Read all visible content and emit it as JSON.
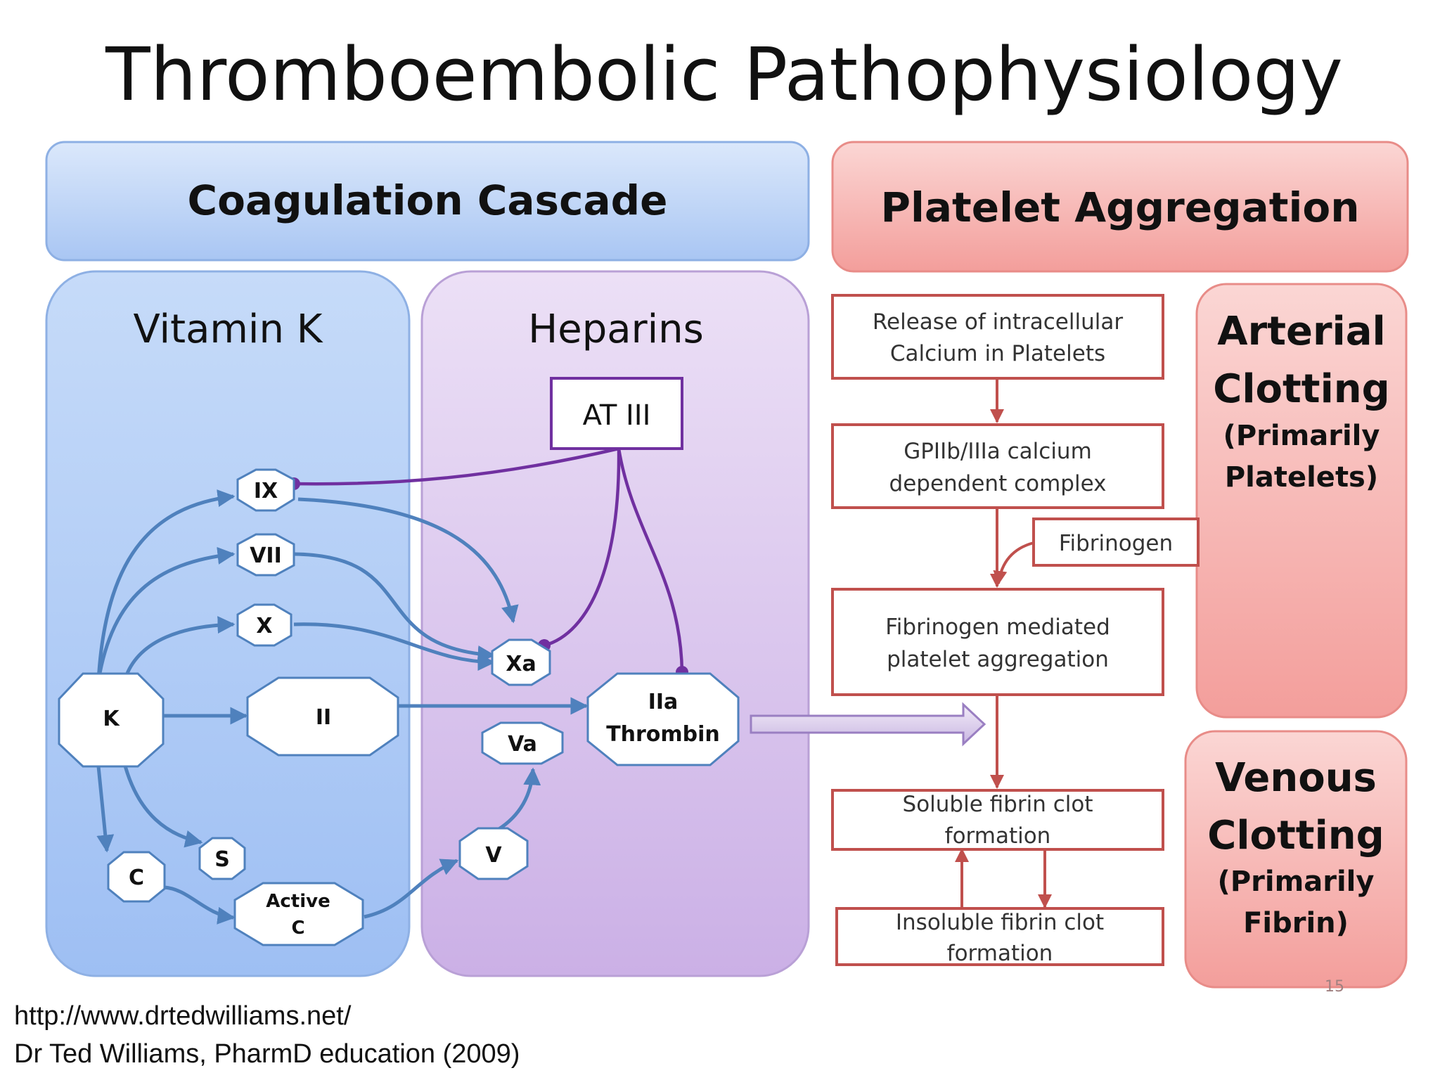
{
  "title": "Thromboembolic Pathophysiology",
  "colors": {
    "coag_panel": "#a8c8f8",
    "heparin_panel": "#dccaf0",
    "platelet_header": "#f7aaa8",
    "box_border": "#c0504d",
    "blue_arrow": "#4f81bd",
    "purple_line": "#7030a0"
  },
  "headers": {
    "coagulation": "Coagulation Cascade",
    "platelet": "Platelet Aggregation"
  },
  "columns": {
    "vitamin_k": "Vitamin K",
    "heparins": "Heparins"
  },
  "nodes": {
    "at3": "AT III",
    "ix": "IX",
    "vii": "VII",
    "x": "X",
    "xa": "Xa",
    "k": "K",
    "ii": "II",
    "iia_1": "IIa",
    "iia_2": "Thrombin",
    "va": "Va",
    "v": "V",
    "s": "S",
    "c": "C",
    "active_c_1": "Active",
    "active_c_2": "C"
  },
  "platelet_boxes": {
    "release_1": "Release of intracellular",
    "release_2": "Calcium in Platelets",
    "gp_1": "GPIIb/IIIa calcium",
    "gp_2": "dependent complex",
    "fibrinogen": "Fibrinogen",
    "mediated_1": "Fibrinogen mediated",
    "mediated_2": "platelet aggregation",
    "soluble_1": "Soluble fibrin clot",
    "soluble_2": "formation",
    "insoluble_1": "Insoluble fibrin clot",
    "insoluble_2": "formation"
  },
  "side_panels": {
    "arterial_1": "Arterial",
    "arterial_2": "Clotting",
    "arterial_3": "(Primarily",
    "arterial_4": "Platelets)",
    "venous_1": "Venous",
    "venous_2": "Clotting",
    "venous_3": "(Primarily",
    "venous_4": "Fibrin)"
  },
  "slide_number": "15",
  "footer": {
    "url": "http://www.drtedwilliams.net/",
    "credit": "Dr Ted Williams, PharmD education (2009)"
  }
}
